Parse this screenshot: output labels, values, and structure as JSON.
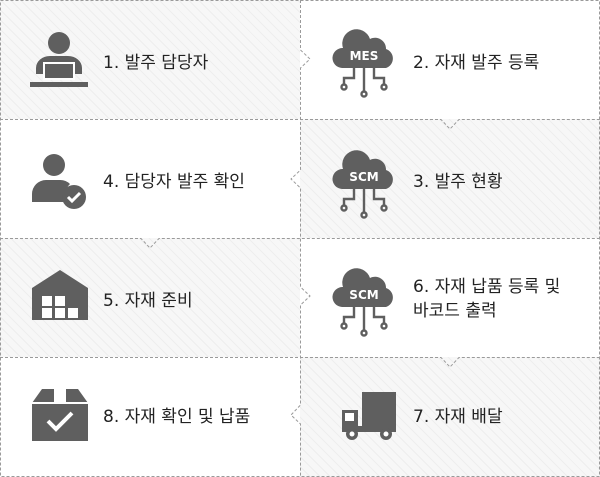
{
  "steps": [
    {
      "label": "1. 발주 담당자"
    },
    {
      "label": "2. 자재 발주 등록",
      "icon_text": "MES"
    },
    {
      "label": "3. 발주 현황",
      "icon_text": "SCM"
    },
    {
      "label": "4. 담당자 발주 확인"
    },
    {
      "label": "5. 자재 준비"
    },
    {
      "label_line1": "6. 자재 납품 등록 및",
      "label_line2": "바코드 출력",
      "icon_text": "SCM"
    },
    {
      "label": "7. 자재 배달"
    },
    {
      "label": "8. 자재 확인 및 납품"
    }
  ],
  "colors": {
    "icon": "#5f5f5f",
    "border": "#9a9a9a",
    "text": "#222222"
  }
}
